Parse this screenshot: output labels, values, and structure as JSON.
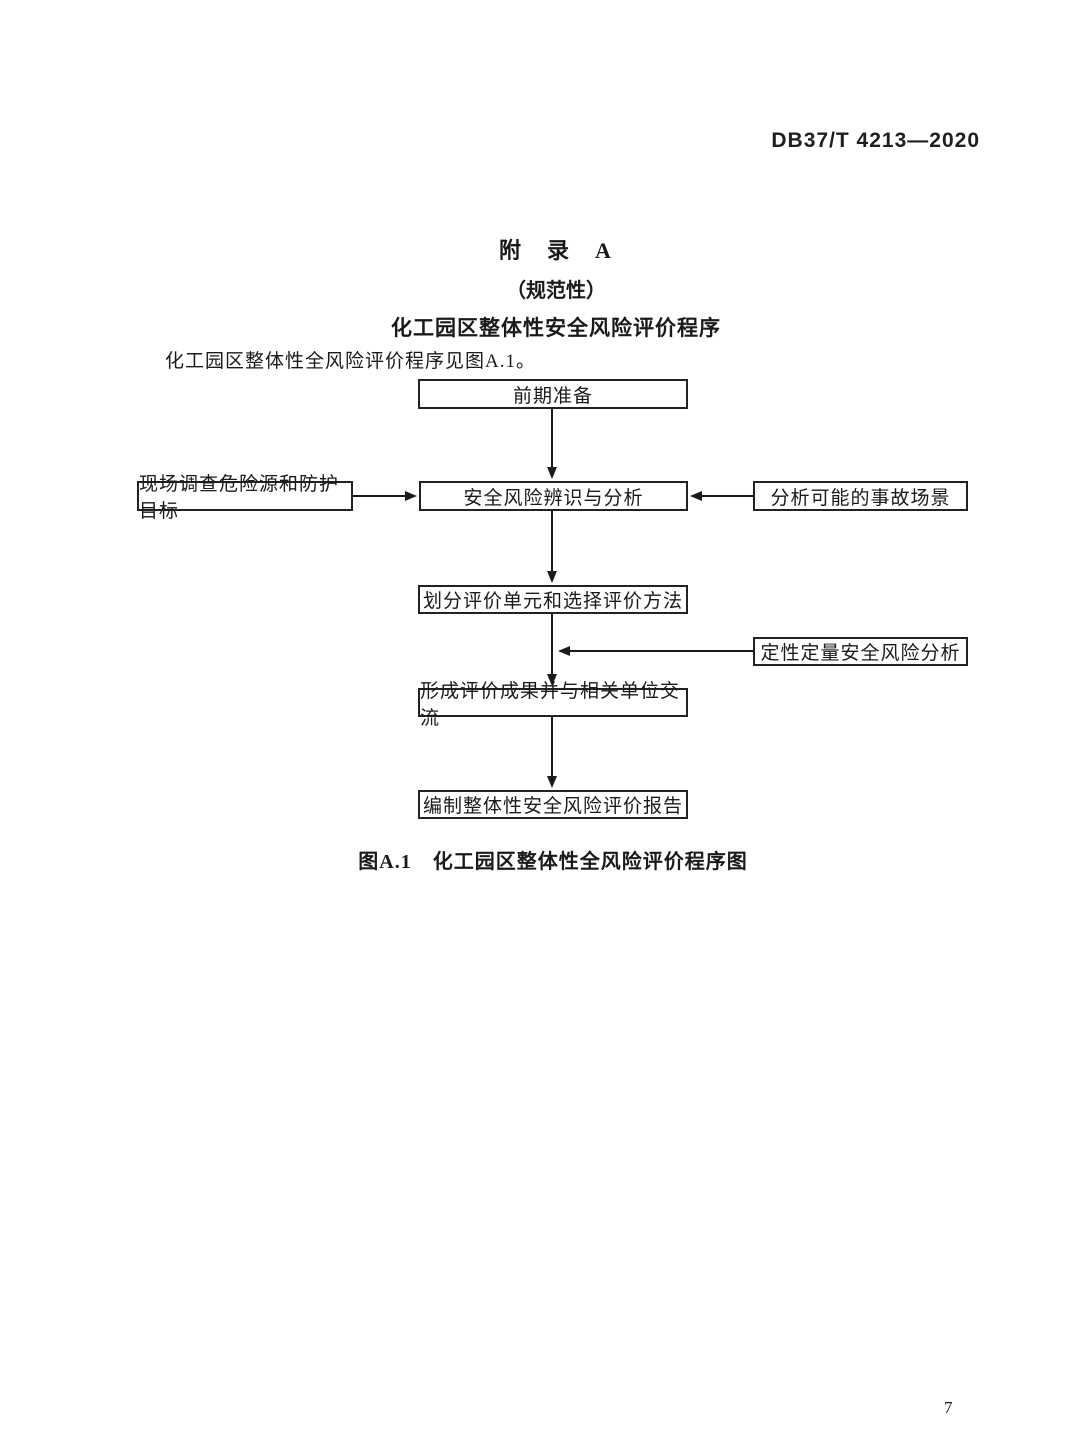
{
  "header": {
    "doc_number": "DB37/T 4213—2020"
  },
  "appendix": {
    "line1": "附　录　A",
    "line2": "（规范性）",
    "line3": "化工园区整体性安全风险评价程序"
  },
  "intro": {
    "text": "化工园区整体性全风险评价程序见图A.1。"
  },
  "flowchart": {
    "nodes": [
      {
        "id": "preparation",
        "label": "前期准备"
      },
      {
        "id": "site-survey",
        "label": "现场调查危险源和防护目标"
      },
      {
        "id": "risk-identification",
        "label": "安全风险辨识与分析"
      },
      {
        "id": "accident-scenarios",
        "label": "分析可能的事故场景"
      },
      {
        "id": "unit-division",
        "label": "划分评价单元和选择评价方法"
      },
      {
        "id": "qual-quant-analysis",
        "label": "定性定量安全风险分析"
      },
      {
        "id": "results-exchange",
        "label": "形成评价成果并与相关单位交流"
      },
      {
        "id": "report-compilation",
        "label": "编制整体性安全风险评价报告"
      }
    ],
    "caption": "图A.1　化工园区整体性全风险评价程序图"
  },
  "footer": {
    "page_number": "7"
  }
}
